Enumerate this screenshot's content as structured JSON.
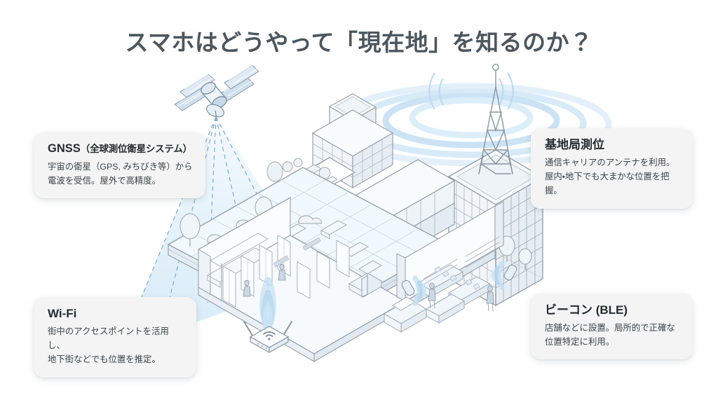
{
  "page": {
    "title": "スマホはどうやって「現在地」を知るのか？",
    "background_color": "#ffffff",
    "title_color": "#4c565e"
  },
  "cards": {
    "gnss": {
      "title_main": "GNSS",
      "title_sub": "（全球測位衛星システム）",
      "body": "宇宙の衛星（GPS, みちびき等）から\n電波を受信。屋外で高精度。"
    },
    "cell": {
      "title_main": "基地局測位",
      "title_sub": "",
      "body": "通信キャリアのアンテナを利用。\n屋内・地下でも大まかな位置を把握。"
    },
    "wifi": {
      "title_main": "Wi-Fi",
      "title_sub": "",
      "body": "街中のアクセスポイントを活用し、\n地下街などでも位置を推定。"
    },
    "beacon": {
      "title_main": "ビーコン (BLE)",
      "title_sub": "",
      "body": "店舗などに設置。局所的で正確な\n位置特定に利用。"
    }
  },
  "illustration": {
    "style": "isometric-line-art",
    "line_color": "#9aa3ad",
    "signal_blue": "#cfe4f4",
    "signal_blue_deep": "#a9cde8",
    "beam_fill": "#d8ecf8",
    "elements": [
      "gps-satellite",
      "satellite-signal-beam",
      "cell-tower",
      "cell-tower-waves",
      "office-tower",
      "mid-rise-building",
      "rooftop-garden",
      "pedestrian-plaza",
      "plaza-trees",
      "plaza-benches",
      "people",
      "underground-mall",
      "storefronts",
      "wifi-router",
      "wifi-waves",
      "ble-beacon-left",
      "ble-beacon-right",
      "beacon-waves",
      "shelving-units",
      "smartphone"
    ]
  }
}
